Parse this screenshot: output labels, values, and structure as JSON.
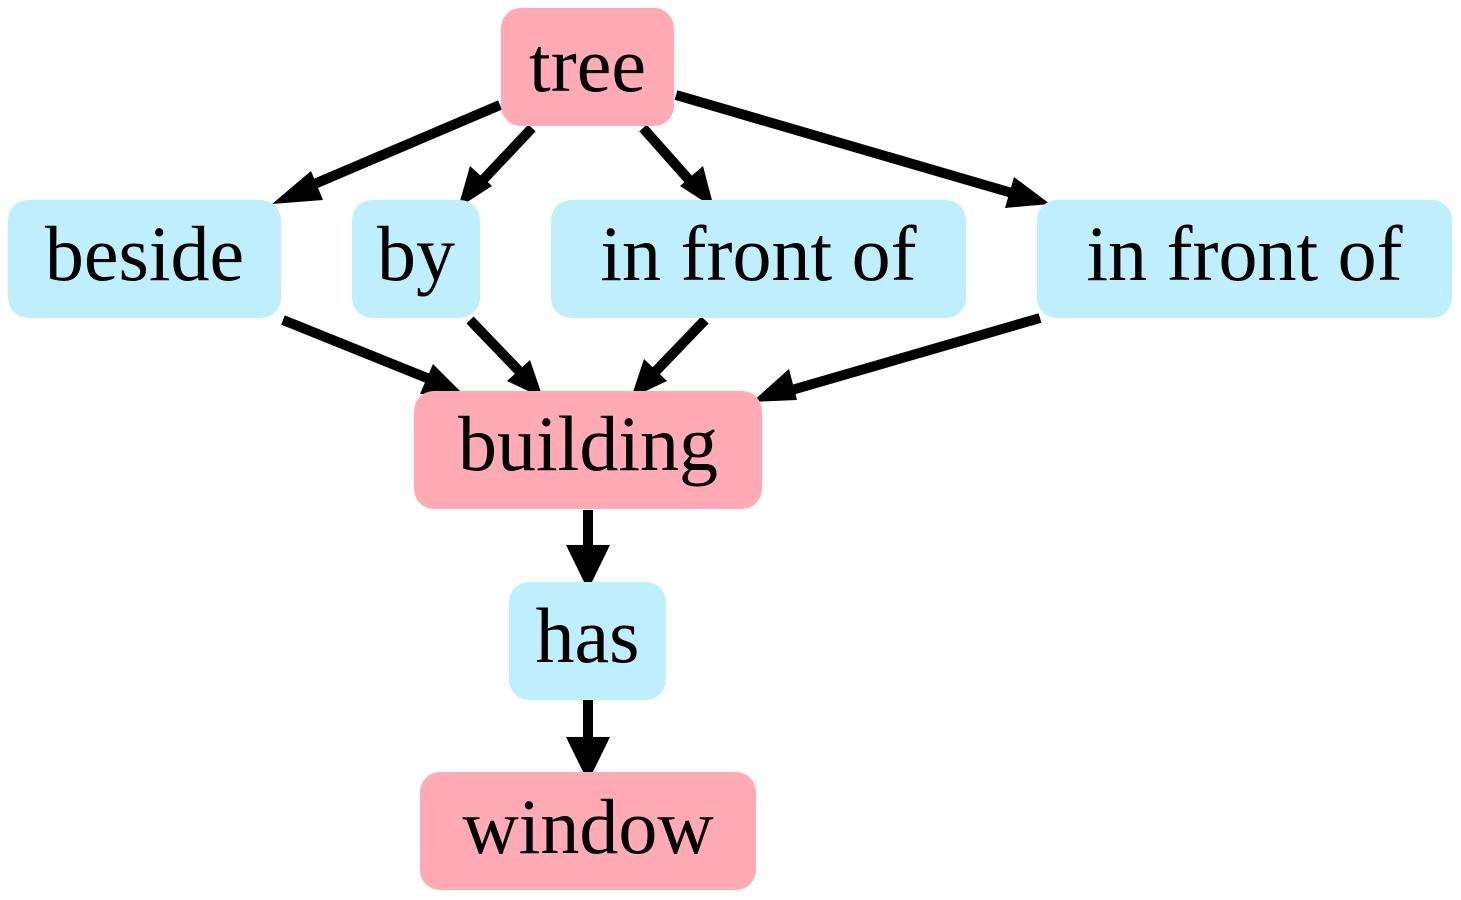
{
  "colors": {
    "object_node": "#ffaab5",
    "relation_node": "#bfefff",
    "edge": "#000000",
    "text": "#000000",
    "background": "#ffffff"
  },
  "nodes": {
    "tree": {
      "label": "tree",
      "kind": "object"
    },
    "beside": {
      "label": "beside",
      "kind": "relation"
    },
    "by": {
      "label": "by",
      "kind": "relation"
    },
    "in_front_of_1": {
      "label": "in front of",
      "kind": "relation"
    },
    "in_front_of_2": {
      "label": "in front of",
      "kind": "relation"
    },
    "building": {
      "label": "building",
      "kind": "object"
    },
    "has": {
      "label": "has",
      "kind": "relation"
    },
    "window": {
      "label": "window",
      "kind": "object"
    }
  },
  "edges": [
    {
      "from": "tree",
      "to": "beside"
    },
    {
      "from": "tree",
      "to": "by"
    },
    {
      "from": "tree",
      "to": "in_front_of_1"
    },
    {
      "from": "tree",
      "to": "in_front_of_2"
    },
    {
      "from": "beside",
      "to": "building"
    },
    {
      "from": "by",
      "to": "building"
    },
    {
      "from": "in_front_of_1",
      "to": "building"
    },
    {
      "from": "in_front_of_2",
      "to": "building"
    },
    {
      "from": "building",
      "to": "has"
    },
    {
      "from": "has",
      "to": "window"
    }
  ]
}
